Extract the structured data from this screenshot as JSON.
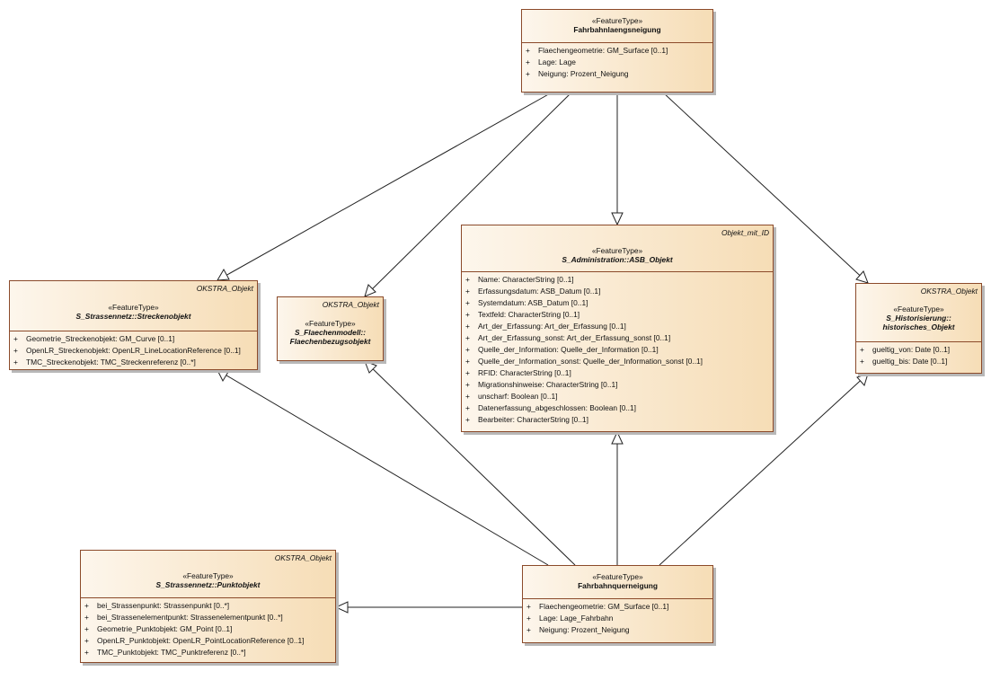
{
  "classes": {
    "fahrbahnlaengsneigung": {
      "stereotype": "«FeatureType»",
      "name": "Fahrbahnlaengsneigung",
      "attributes": [
        {
          "vis": "+",
          "text": "Flaechengeometrie: GM_Surface [0..1]"
        },
        {
          "vis": "+",
          "text": "Lage: Lage"
        },
        {
          "vis": "+",
          "text": "Neigung: Prozent_Neigung"
        }
      ]
    },
    "asb_objekt": {
      "tag": "Objekt_mit_ID",
      "stereotype": "«FeatureType»",
      "name": "S_Administration::ASB_Objekt",
      "attributes": [
        {
          "vis": "+",
          "text": "Name: CharacterString [0..1]"
        },
        {
          "vis": "+",
          "text": "Erfassungsdatum: ASB_Datum [0..1]"
        },
        {
          "vis": "+",
          "text": "Systemdatum: ASB_Datum [0..1]"
        },
        {
          "vis": "+",
          "text": "Textfeld: CharacterString [0..1]"
        },
        {
          "vis": "+",
          "text": "Art_der_Erfassung: Art_der_Erfassung [0..1]"
        },
        {
          "vis": "+",
          "text": "Art_der_Erfassung_sonst: Art_der_Erfassung_sonst [0..1]"
        },
        {
          "vis": "+",
          "text": "Quelle_der_Information: Quelle_der_Information [0..1]"
        },
        {
          "vis": "+",
          "text": "Quelle_der_Information_sonst: Quelle_der_Information_sonst [0..1]"
        },
        {
          "vis": "+",
          "text": "RFID: CharacterString [0..1]"
        },
        {
          "vis": "+",
          "text": "Migrationshinweise: CharacterString [0..1]"
        },
        {
          "vis": "+",
          "text": "unscharf: Boolean [0..1]"
        },
        {
          "vis": "+",
          "text": "Datenerfassung_abgeschlossen: Boolean [0..1]"
        },
        {
          "vis": "+",
          "text": "Bearbeiter: CharacterString [0..1]"
        }
      ]
    },
    "streckenobjekt": {
      "tag": "OKSTRA_Objekt",
      "stereotype": "«FeatureType»",
      "name": "S_Strassennetz::Streckenobjekt",
      "attributes": [
        {
          "vis": "+",
          "text": "Geometrie_Streckenobjekt: GM_Curve [0..1]"
        },
        {
          "vis": "+",
          "text": "OpenLR_Streckenobjekt: OpenLR_LineLocationReference [0..1]"
        },
        {
          "vis": "+",
          "text": "TMC_Streckenobjekt: TMC_Streckenreferenz [0..*]"
        }
      ]
    },
    "flaechenbezugsobjekt": {
      "tag": "OKSTRA_Objekt",
      "stereotype": "«FeatureType»",
      "name_line1": "S_Flaechenmodell::",
      "name_line2": "Flaechenbezugsobjekt"
    },
    "historisches_objekt": {
      "tag": "OKSTRA_Objekt",
      "stereotype": "«FeatureType»",
      "name_line1": "S_Historisierung::",
      "name_line2": "historisches_Objekt",
      "attributes": [
        {
          "vis": "+",
          "text": "gueltig_von: Date [0..1]"
        },
        {
          "vis": "+",
          "text": "gueltig_bis: Date [0..1]"
        }
      ]
    },
    "punktobjekt": {
      "tag": "OKSTRA_Objekt",
      "stereotype": "«FeatureType»",
      "name": "S_Strassennetz::Punktobjekt",
      "attributes": [
        {
          "vis": "+",
          "text": "bei_Strassenpunkt: Strassenpunkt [0..*]"
        },
        {
          "vis": "+",
          "text": "bei_Strassenelementpunkt: Strassenelementpunkt [0..*]"
        },
        {
          "vis": "+",
          "text": "Geometrie_Punktobjekt: GM_Point [0..1]"
        },
        {
          "vis": "+",
          "text": "OpenLR_Punktobjekt: OpenLR_PointLocationReference [0..1]"
        },
        {
          "vis": "+",
          "text": "TMC_Punktobjekt: TMC_Punktreferenz [0..*]"
        }
      ]
    },
    "fahrbahnquerneigung": {
      "stereotype": "«FeatureType»",
      "name": "Fahrbahnquerneigung",
      "attributes": [
        {
          "vis": "+",
          "text": "Flaechengeometrie: GM_Surface [0..1]"
        },
        {
          "vis": "+",
          "text": "Lage: Lage_Fahrbahn"
        },
        {
          "vis": "+",
          "text": "Neigung: Prozent_Neigung"
        }
      ]
    }
  },
  "generalizations": [
    {
      "from": "fahrbahnlaengsneigung",
      "to": "streckenobjekt"
    },
    {
      "from": "fahrbahnlaengsneigung",
      "to": "flaechenbezugsobjekt"
    },
    {
      "from": "fahrbahnlaengsneigung",
      "to": "asb_objekt"
    },
    {
      "from": "fahrbahnlaengsneigung",
      "to": "historisches_objekt"
    },
    {
      "from": "fahrbahnquerneigung",
      "to": "streckenobjekt"
    },
    {
      "from": "fahrbahnquerneigung",
      "to": "flaechenbezugsobjekt"
    },
    {
      "from": "fahrbahnquerneigung",
      "to": "asb_objekt"
    },
    {
      "from": "fahrbahnquerneigung",
      "to": "historisches_objekt"
    },
    {
      "from": "fahrbahnquerneigung",
      "to": "punktobjekt"
    }
  ],
  "colors": {
    "border": "#8b4a2a",
    "fill_light": "#fdf6ec",
    "fill_dark": "#f6ddb6",
    "line": "#222222"
  }
}
